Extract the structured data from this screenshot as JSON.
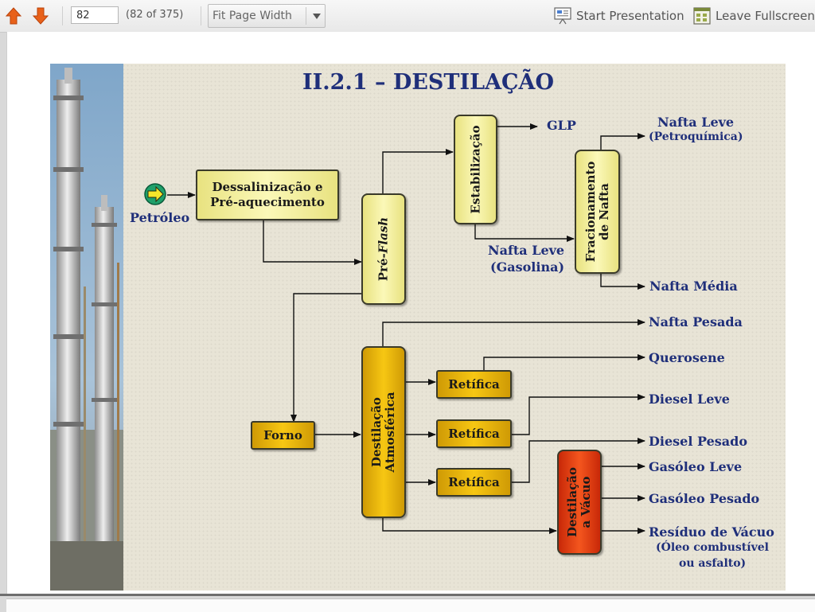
{
  "toolbar": {
    "prev_icon": "arrow-up-icon",
    "next_icon": "arrow-down-icon",
    "page_number": "82",
    "page_count": "(82 of 375)",
    "zoom_value": "Fit Page Width",
    "present_label": "Start Presentation",
    "fullscreen_label": "Leave Fullscreen"
  },
  "slide": {
    "title": "II.2.1 – DESTILAÇÃO",
    "boxes": {
      "dessal_line1": "Dessalinização e",
      "dessal_line2": "Pré-aquecimento",
      "preflash_pre": "Pré-",
      "preflash_em": "Flash",
      "estab": "Estabilização",
      "frac_line1": "Fracionamento",
      "frac_line2": "de Nafta",
      "forno": "Forno",
      "atm_line1": "Destilação",
      "atm_line2": "Atmosférica",
      "retifica_1": "Retífica",
      "retifica_2": "Retífica",
      "retifica_3": "Retífica",
      "vac_line1": "Destilação",
      "vac_line2": "a Vácuo"
    },
    "labels": {
      "petroleo": "Petróleo",
      "glp": "GLP",
      "nafta_leve_1": "Nafta Leve",
      "petroquimica": "(Petroquímica)",
      "nafta_leve_2": "Nafta Leve",
      "gasolina": "(Gasolina)",
      "nafta_media": "Nafta Média",
      "nafta_pesada": "Nafta Pesada",
      "querosene": "Querosene",
      "diesel_leve": "Diesel Leve",
      "diesel_pesado": "Diesel Pesado",
      "gasoleo_leve": "Gasóleo Leve",
      "gasoleo_pesado": "Gasóleo Pesado",
      "residuo": "Resíduo de Vácuo",
      "residuo_sub1": "(Óleo combustível",
      "residuo_sub2": "ou asfalto)"
    }
  },
  "colors": {
    "title_blue": "#1f2f7a",
    "box_light": "#fbf8b8",
    "box_gold": "#f7c713",
    "box_red": "#f4561e",
    "arrow_orange": "#e8611a"
  }
}
